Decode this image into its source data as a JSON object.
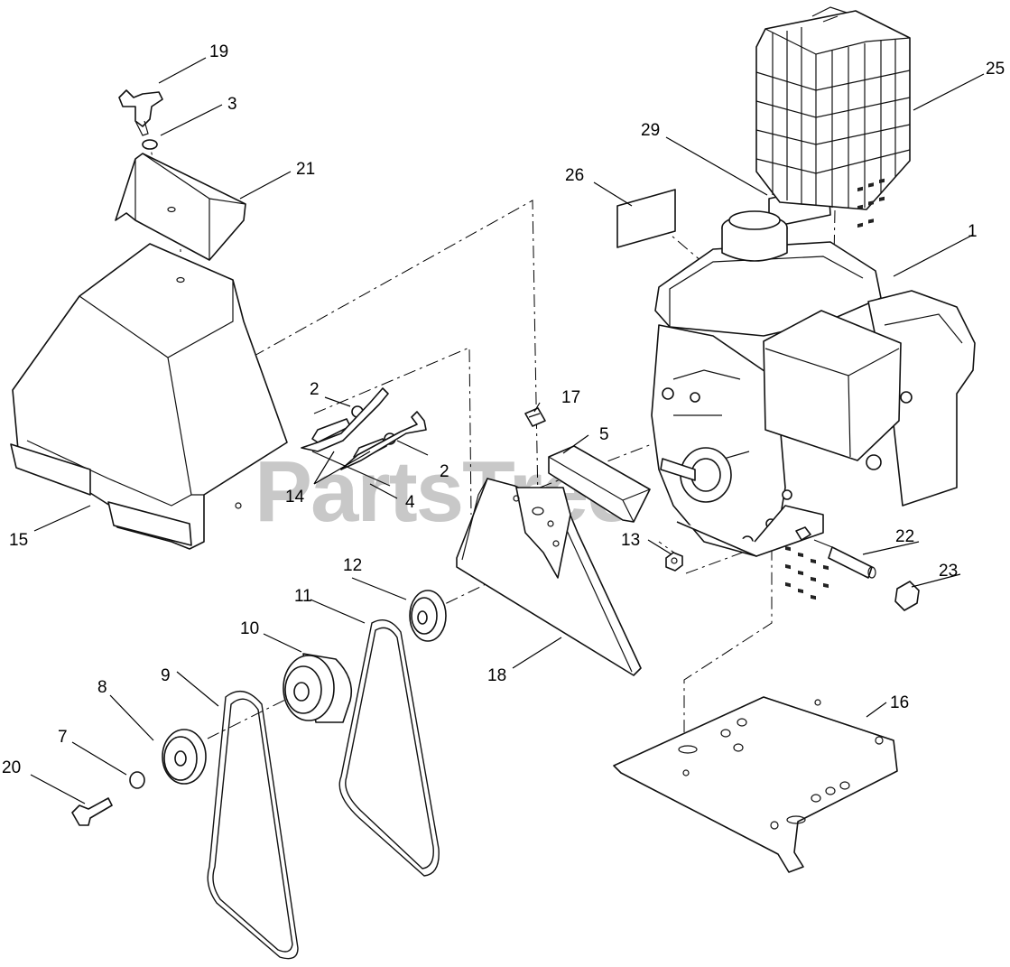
{
  "watermark": {
    "text": "PartsTree",
    "mark": "™"
  },
  "callouts": [
    {
      "id": "c1",
      "text": "1"
    },
    {
      "id": "c2a",
      "text": "2"
    },
    {
      "id": "c2b",
      "text": "2"
    },
    {
      "id": "c3",
      "text": "3"
    },
    {
      "id": "c4",
      "text": "4"
    },
    {
      "id": "c5",
      "text": "5"
    },
    {
      "id": "c7",
      "text": "7"
    },
    {
      "id": "c8",
      "text": "8"
    },
    {
      "id": "c9",
      "text": "9"
    },
    {
      "id": "c10",
      "text": "10"
    },
    {
      "id": "c11",
      "text": "11"
    },
    {
      "id": "c12",
      "text": "12"
    },
    {
      "id": "c13",
      "text": "13"
    },
    {
      "id": "c14",
      "text": "14"
    },
    {
      "id": "c15",
      "text": "15"
    },
    {
      "id": "c16",
      "text": "16"
    },
    {
      "id": "c17",
      "text": "17"
    },
    {
      "id": "c18",
      "text": "18"
    },
    {
      "id": "c19",
      "text": "19"
    },
    {
      "id": "c20",
      "text": "20"
    },
    {
      "id": "c21",
      "text": "21"
    },
    {
      "id": "c22",
      "text": "22"
    },
    {
      "id": "c23",
      "text": "23"
    },
    {
      "id": "c25",
      "text": "25"
    },
    {
      "id": "c26",
      "text": "26"
    },
    {
      "id": "c29",
      "text": "29"
    }
  ]
}
